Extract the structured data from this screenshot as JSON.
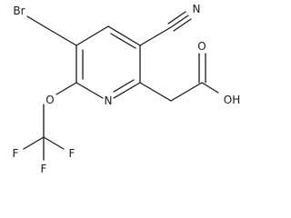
{
  "molecule": {
    "atom_labels": {
      "bromine": "Br",
      "nitrile_nitrogen": "N",
      "ring_nitrogen": "N",
      "carbonyl_oxygen": "O",
      "hydroxyl": "OH",
      "ether_oxygen": "O",
      "fluorine_1": "F",
      "fluorine_2": "F",
      "fluorine_3": "F"
    }
  }
}
